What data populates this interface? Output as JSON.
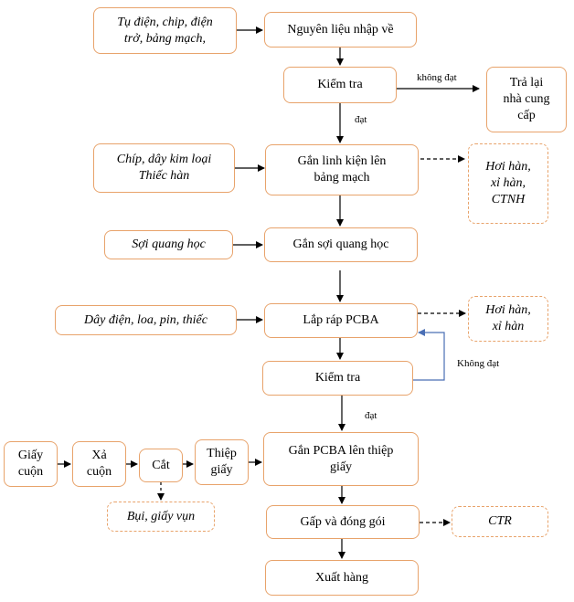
{
  "nodes": {
    "n_in_components": "Tụ điện, chip, điện\ntrở, bảng mạch,",
    "n_nguyen_lieu": "Nguyên liệu nhập về",
    "n_kiem_tra_1": "Kiểm tra",
    "n_tra_lai": "Trả lại\nnhà cung\ncấp",
    "n_in_chip": "Chíp, dây kim loại\nThiếc hàn",
    "n_gan_linh_kien": "Gắn linh kiện lên\nbảng mạch",
    "n_out_hoi_han_1": "Hơi hàn,\nxỉ hàn,\nCTNH",
    "n_in_soi": "Sợi quang học",
    "n_gan_soi": "Gắn sợi quang học",
    "n_in_day_dien": "Dây điện, loa, pin, thiếc",
    "n_lap_rap": "Lắp ráp PCBA",
    "n_out_hoi_han_2": "Hơi hàn,\nxỉ hàn",
    "n_kiem_tra_2": "Kiểm tra",
    "n_giay_cuon": "Giấy\ncuộn",
    "n_xa_cuon": "Xả\ncuộn",
    "n_cat": "Cắt",
    "n_thiep_giay": "Thiệp\ngiấy",
    "n_gan_pcba": "Gắn PCBA lên thiệp\ngiấy",
    "n_out_bui": "Bụi, giấy vụn",
    "n_gap": "Gấp và đóng gói",
    "n_out_ctr": "CTR",
    "n_xuat_hang": "Xuất hàng"
  },
  "edge_labels": {
    "khong_dat_1": "không đạt",
    "dat_1": "đạt",
    "khong_dat_2": "Không đạt",
    "dat_2": "đạt"
  },
  "colors": {
    "box_border": "#e8a36b",
    "arrow": "#000000",
    "loop_arrow": "#4a6fb5"
  }
}
